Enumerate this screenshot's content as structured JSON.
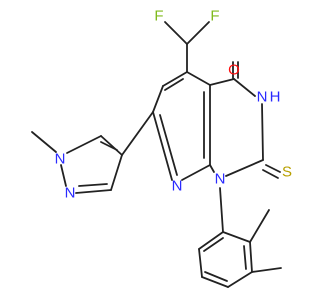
{
  "colors": {
    "bond": "#222222",
    "carbon": "#222222",
    "nitrogen": "#2a2aff",
    "oxygen": "#ff0d0d",
    "fluorine": "#7fba1c",
    "sulfur": "#b8a000",
    "background": "#ffffff"
  },
  "atom_labels": {
    "f_left": "F",
    "f_right": "F",
    "o_carbonyl": "O",
    "n3": "N",
    "h_n3": "H",
    "s_thione": "S",
    "n_pyridine": "N",
    "n1": "N",
    "n_methyl_pyrazole": "N",
    "n_pyrazole": "N"
  }
}
